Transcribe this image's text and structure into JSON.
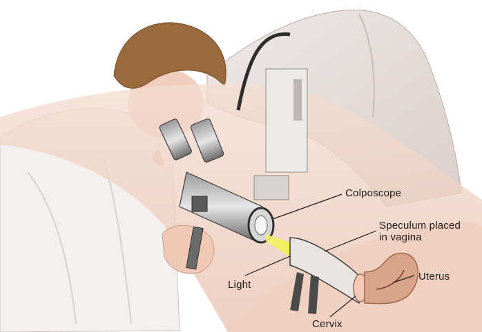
{
  "labels": {
    "colposcope": "Colposcope",
    "speculum_line1": "Speculum placed",
    "speculum_line2": "in vagina",
    "light": "Light",
    "uterus": "Uterus",
    "cervix": "Cervix"
  },
  "colors": {
    "skin": "#f1d5c6",
    "skin_shadow": "#d9b2a0",
    "drape": "#e7dfdc",
    "hair": "#9a6a3e",
    "light_beam": "#f2ee3a",
    "uterus": "#d9a58a",
    "instrument_dark": "#4a4a4a",
    "line": "#1a1a1a"
  }
}
